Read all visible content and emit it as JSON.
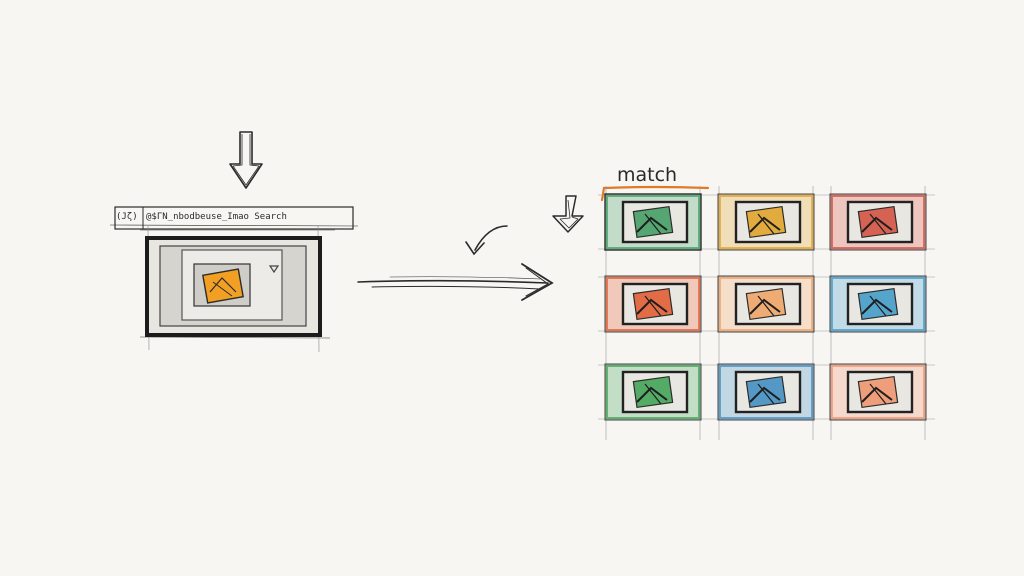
{
  "search": {
    "prefix": "(Jζ)",
    "query": "@$ΓN_nbodbeuse_Imao Search"
  },
  "results": {
    "match_label": "match",
    "tiles": [
      {
        "row": 1,
        "col": 1,
        "color": "#3b9a5e",
        "matched": true
      },
      {
        "row": 1,
        "col": 2,
        "color": "#e0a020",
        "matched": false
      },
      {
        "row": 1,
        "col": 3,
        "color": "#d24a3a",
        "matched": false
      },
      {
        "row": 2,
        "col": 1,
        "color": "#e0562a",
        "matched": false
      },
      {
        "row": 2,
        "col": 2,
        "color": "#f0a060",
        "matched": false
      },
      {
        "row": 2,
        "col": 3,
        "color": "#3a98c8",
        "matched": false
      },
      {
        "row": 3,
        "col": 1,
        "color": "#3aa050",
        "matched": false
      },
      {
        "row": 3,
        "col": 2,
        "color": "#3a8ac0",
        "matched": false
      },
      {
        "row": 3,
        "col": 3,
        "color": "#f0906a",
        "matched": false
      }
    ]
  },
  "colors": {
    "pencil": "#2b2b2b",
    "match_accent": "#e07a2a",
    "query_image": "#f2a024"
  }
}
